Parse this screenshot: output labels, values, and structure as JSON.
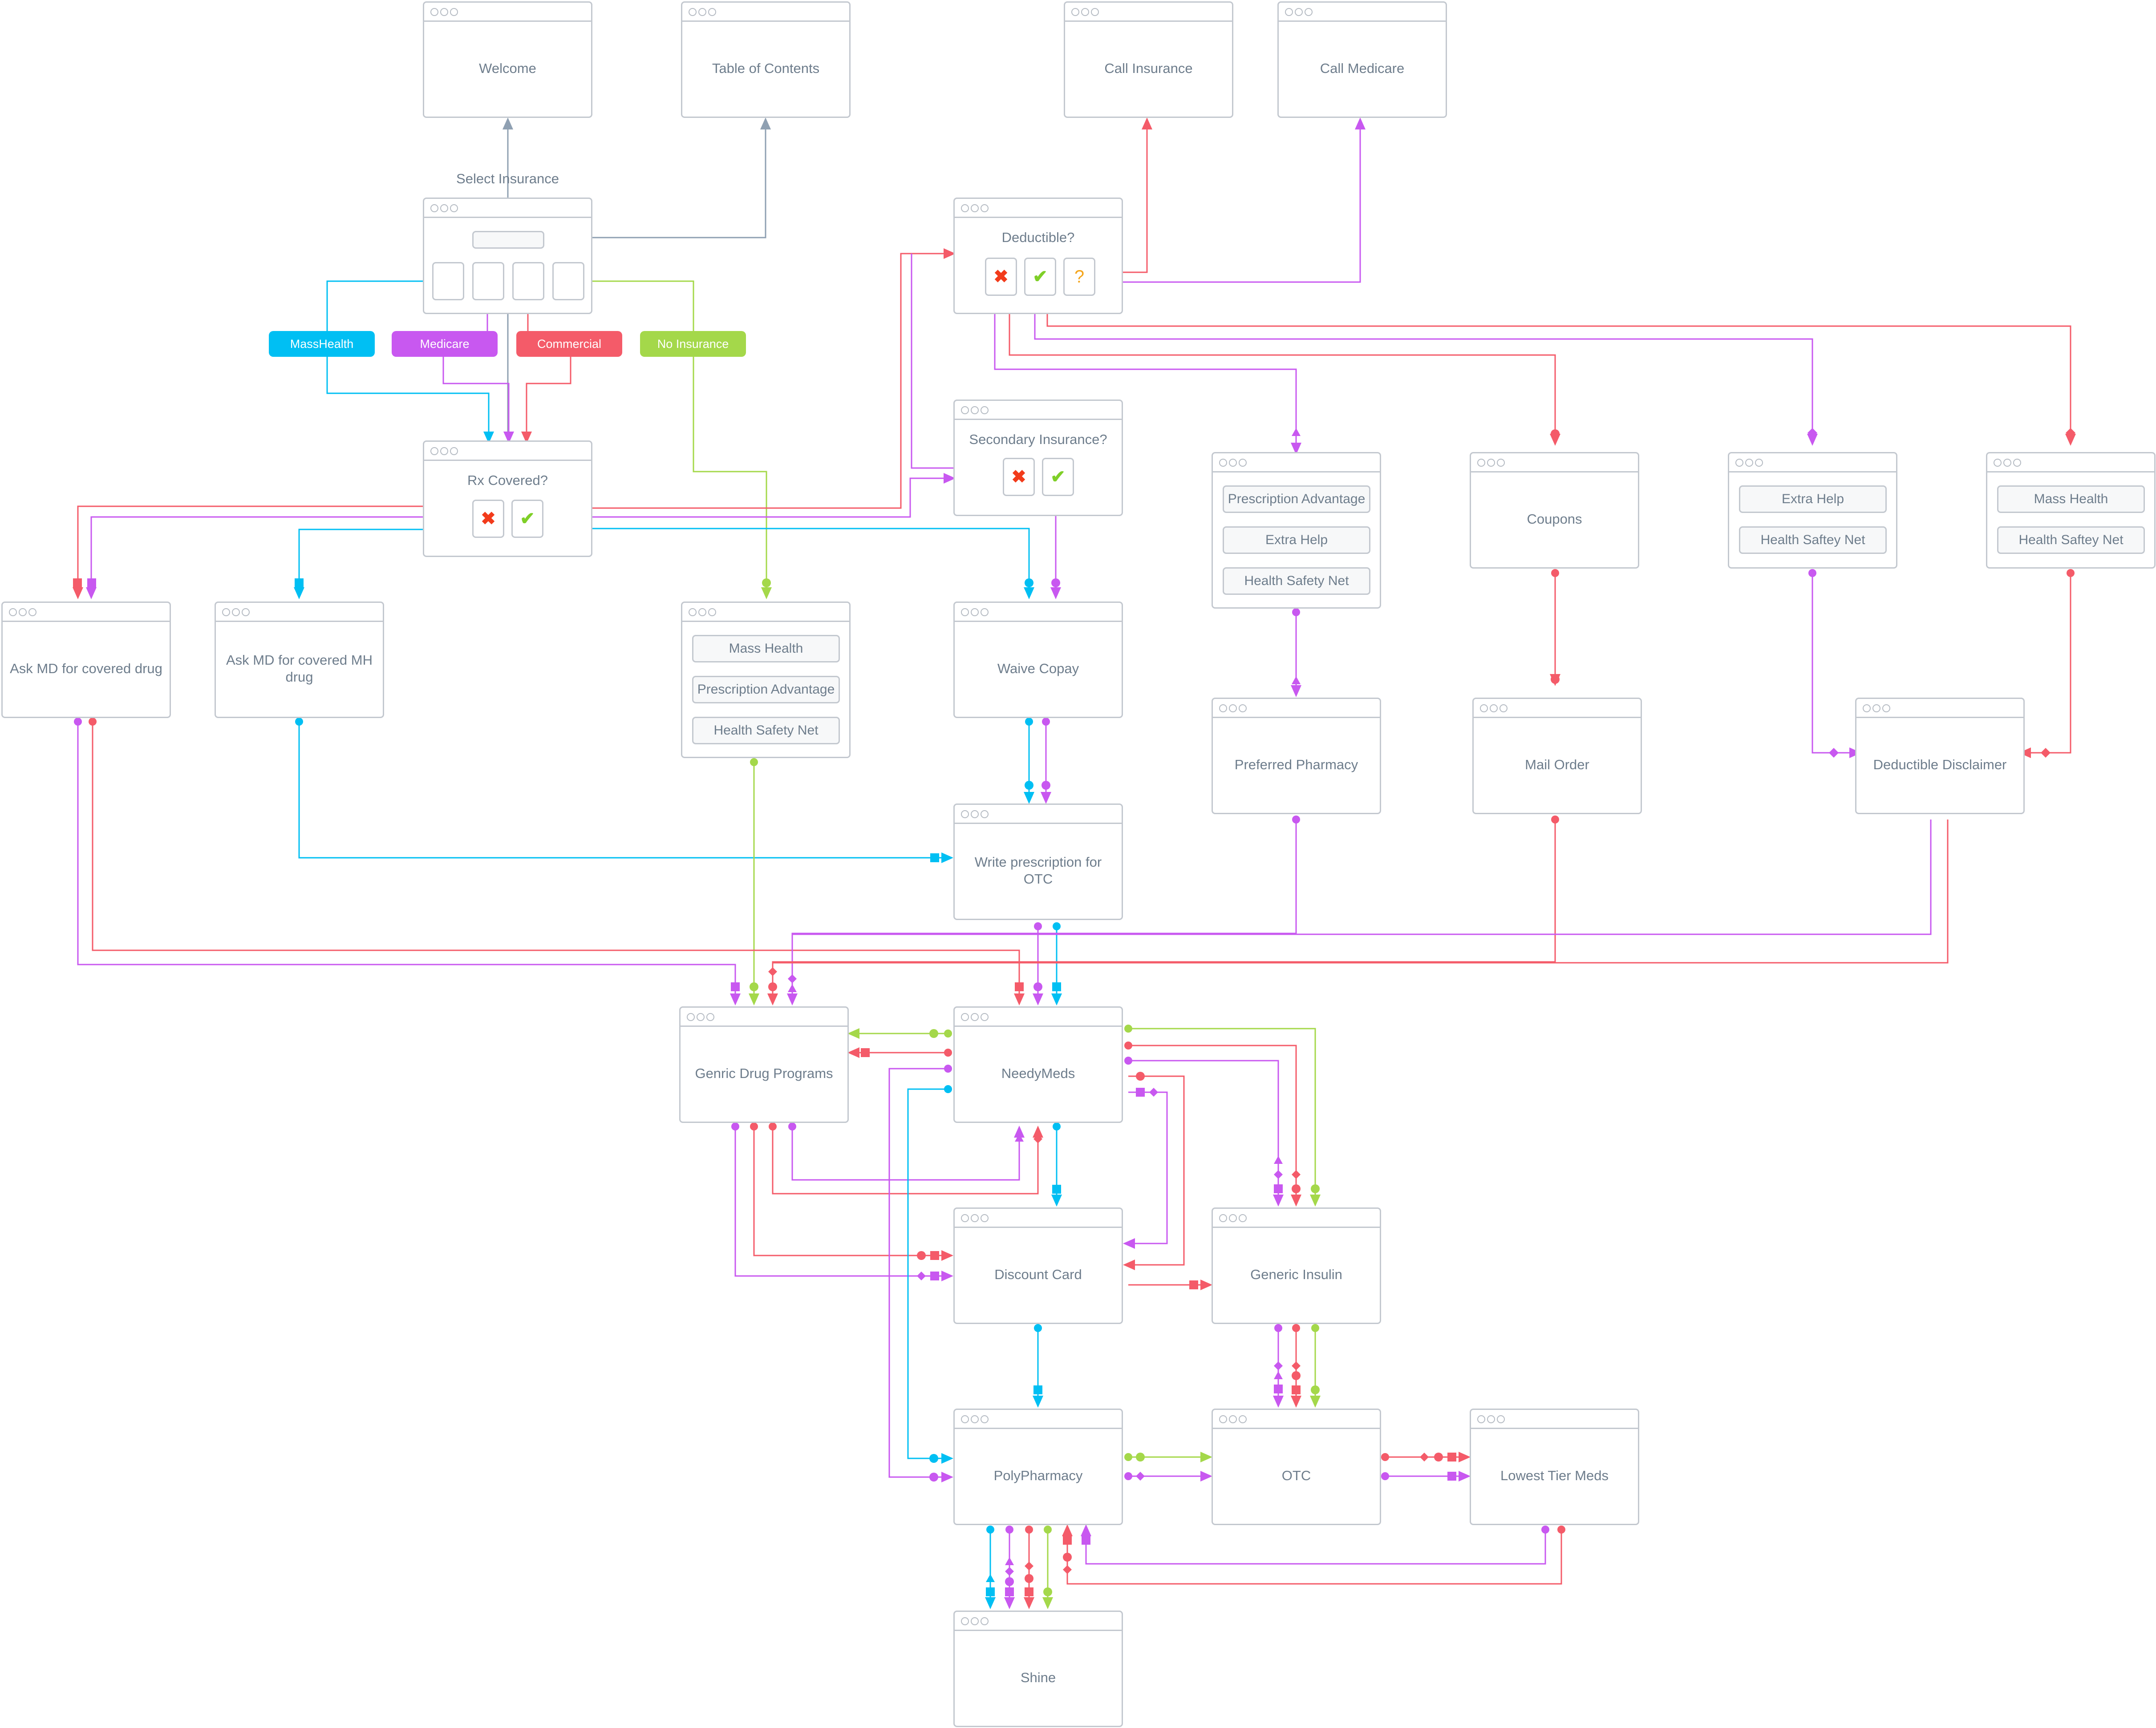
{
  "screens": {
    "welcome": "Welcome",
    "toc": "Table of Contents",
    "call_insurance": "Call Insurance",
    "call_medicare": "Call Medicare",
    "select_insurance_label": "Select Insurance",
    "deductible": "Deductible?",
    "secondary_insurance": "Secondary Insurance?",
    "rx_covered": "Rx Covered?",
    "ask_md_covered": "Ask MD for covered drug",
    "ask_md_mh": "Ask MD for covered MH drug",
    "waive_copay": "Waive Copay",
    "write_rx_otc": "Write prescription for OTC",
    "coupons": "Coupons",
    "preferred_pharmacy": "Preferred Pharmacy",
    "mail_order": "Mail Order",
    "deductible_disclaimer": "Deductible Disclaimer",
    "generic_drug_programs": "Genric Drug Programs",
    "needymeds": "NeedyMeds",
    "discount_card": "Discount Card",
    "generic_insulin": "Generic Insulin",
    "polypharmacy": "PolyPharmacy",
    "otc": "OTC",
    "lowest_tier_meds": "Lowest Tier Meds",
    "shine": "Shine"
  },
  "no_insurance_options": [
    "Mass Health",
    "Prescription Advantage",
    "Health Safety Net"
  ],
  "deductible_no_options": [
    "Prescription Advantage",
    "Extra Help",
    "Health Safety Net"
  ],
  "medicare_options": [
    "Extra Help",
    "Health Saftey Net"
  ],
  "masshealth_options": [
    "Mass Health",
    "Health Saftey Net"
  ],
  "insurance_types": {
    "masshealth": "MassHealth",
    "medicare": "Medicare",
    "commercial": "Commercial",
    "no_insurance": "No Insurance"
  },
  "icons": {
    "no": "✖",
    "yes": "✔",
    "unsure": "?"
  },
  "colors": {
    "masshealth": "#00bff3",
    "medicare": "#c858f0",
    "commercial": "#f45b69",
    "no_insurance": "#a4d84a",
    "border": "#c3c8cf",
    "text": "#6e7d8c",
    "connector_gray": "#8fa0b2"
  }
}
